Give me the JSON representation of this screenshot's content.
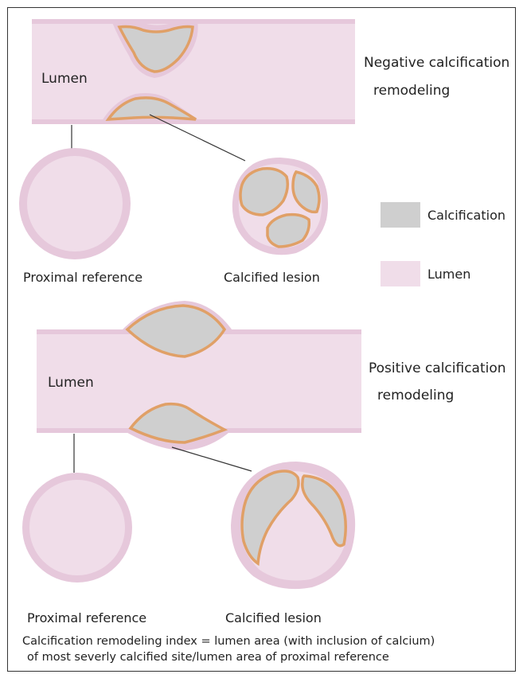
{
  "colors": {
    "lumen": "#f0dde9",
    "wall": "#e6c8db",
    "calcification": "#cfcfcf",
    "calcification_border": "#e0a067",
    "line": "#333333",
    "frame": "#333333"
  },
  "top_panel": {
    "lumen_label": "Lumen",
    "title_line1": "Negative calcification",
    "title_line2": "remodeling",
    "proximal_label": "Proximal reference",
    "lesion_label": "Calcified lesion"
  },
  "legend": {
    "calcification_label": "Calcification",
    "lumen_label": "Lumen"
  },
  "bottom_panel": {
    "lumen_label": "Lumen",
    "title_line1": "Positive calcification",
    "title_line2": "remodeling",
    "proximal_label": "Proximal reference",
    "lesion_label": "Calcified lesion"
  },
  "caption": {
    "line1": "Calcification remodeling index = lumen area (with inclusion of calcium)",
    "line2": "of most severly calcified site/lumen area of proximal reference"
  }
}
